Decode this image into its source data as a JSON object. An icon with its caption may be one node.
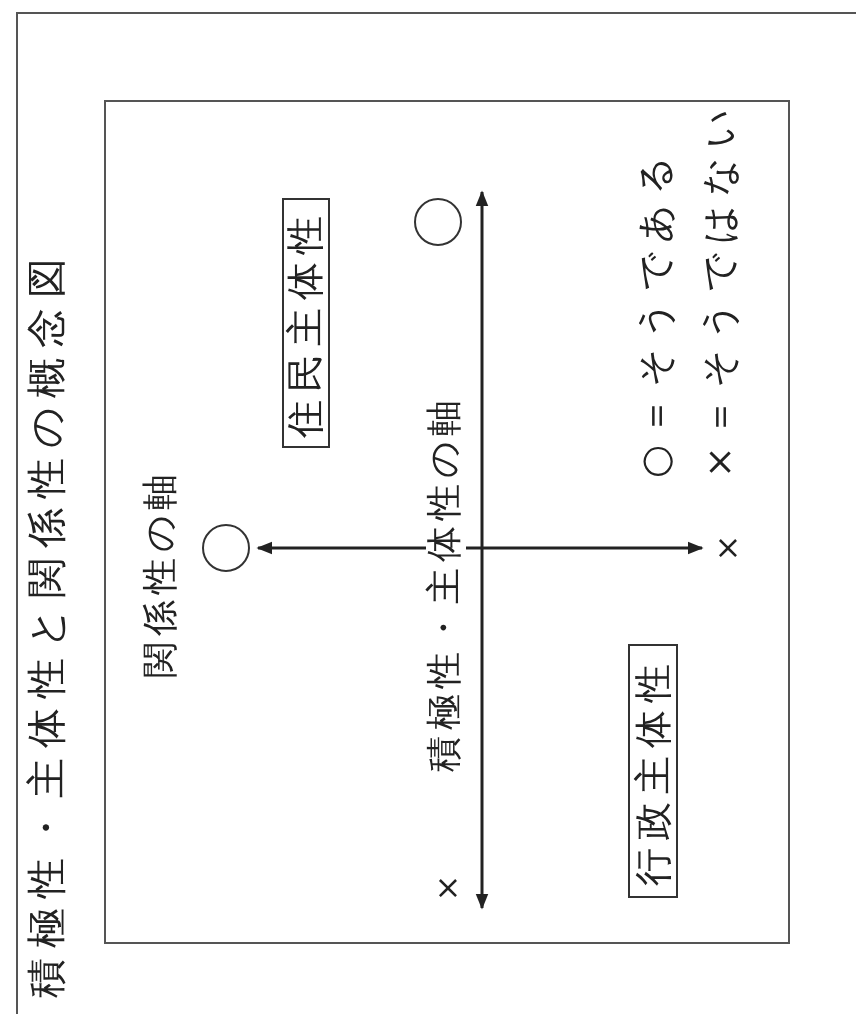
{
  "diagram": {
    "title": "積極性・主体性と関係性の概念図",
    "nodes": [
      {
        "text": [],
        "shape": "box"
      },
      {
        "text": [
          "住民主体性"
        ],
        "in": 0
      },
      {
        "text": [
          "行政主体性"
        ],
        "in": 0
      },
      {
        "text": [],
        "shape": "circle",
        "in": 0
      },
      {
        "text": [
          "×"
        ],
        "in": 0
      },
      {
        "text": [],
        "shape": "circle",
        "in": 0
      },
      {
        "text": [
          "×"
        ],
        "in": 0
      }
    ],
    "edges": [
      {
        "from": 4,
        "to": 3,
        "arrow": "both",
        "label": "関係性の軸"
      },
      {
        "from": 6,
        "to": 5,
        "arrow": "both",
        "label": "積極性・主体性の軸"
      }
    ],
    "legend": [
      {
        "text": "○＝そうである"
      },
      {
        "text": "×＝そうではない"
      }
    ]
  }
}
